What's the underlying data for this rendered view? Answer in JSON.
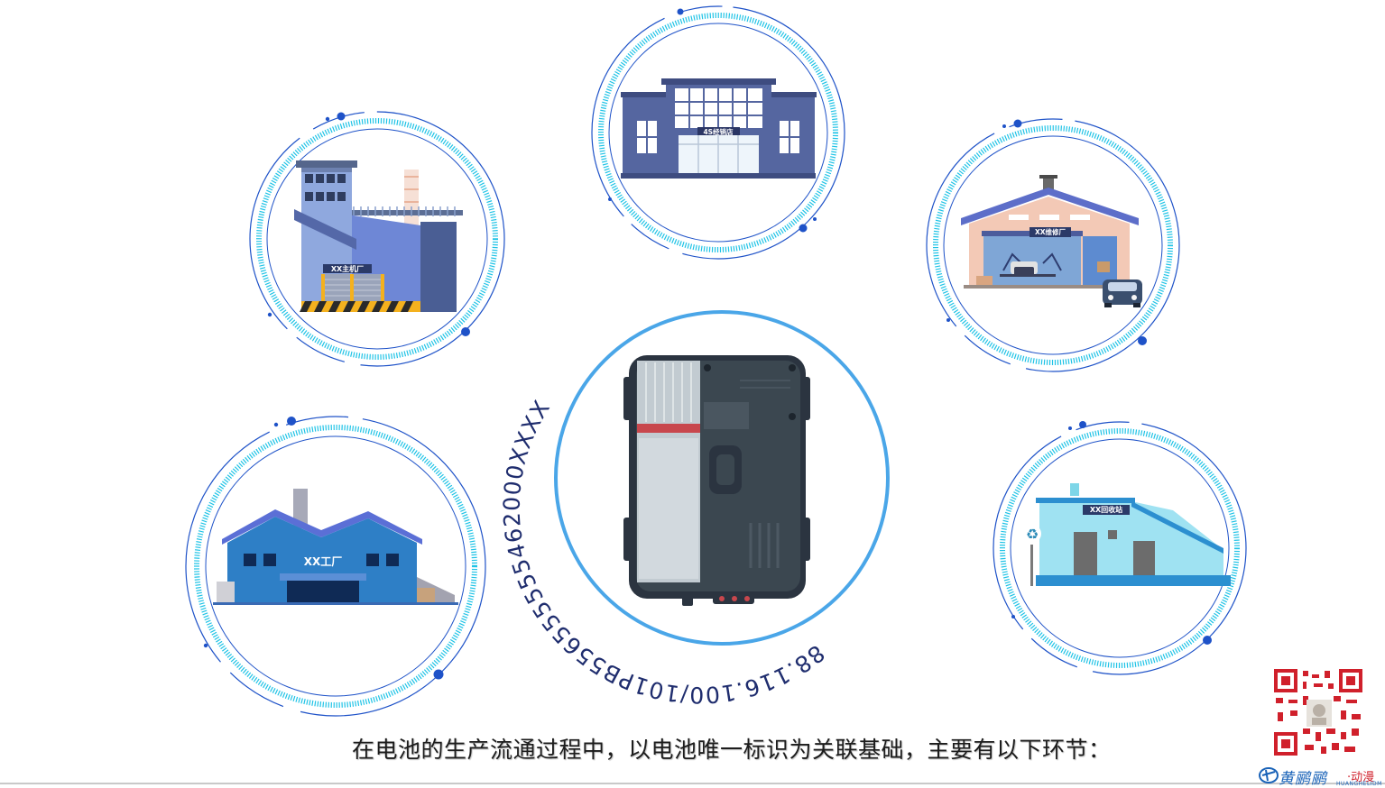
{
  "scene": {
    "caption": "在电池的生产流通过程中，以电池唯一标识为关联基础，主要有以下环节：",
    "battery_code": "88.116.100/101PB556555555462000XXXX",
    "nodes": {
      "host_factory": {
        "label": "XX主机厂"
      },
      "dealer_4s": {
        "label": "4S经销店"
      },
      "repair_shop": {
        "label": "XX维修厂"
      },
      "factory": {
        "label": "XX工厂"
      },
      "recycle_station": {
        "label": "XX回收站"
      }
    }
  },
  "brand": {
    "name": "黄鹂鹂",
    "suffix": "·动漫",
    "sub": "HUANGHELIDM"
  },
  "colors": {
    "ring_dark": "#1e52c8",
    "ring_light": "#1ec3e6",
    "battery_ring": "#4aa6e8",
    "code_text": "#1f2d6e"
  },
  "icons": [
    "recycle-icon",
    "qr-code-icon",
    "car-icon"
  ]
}
